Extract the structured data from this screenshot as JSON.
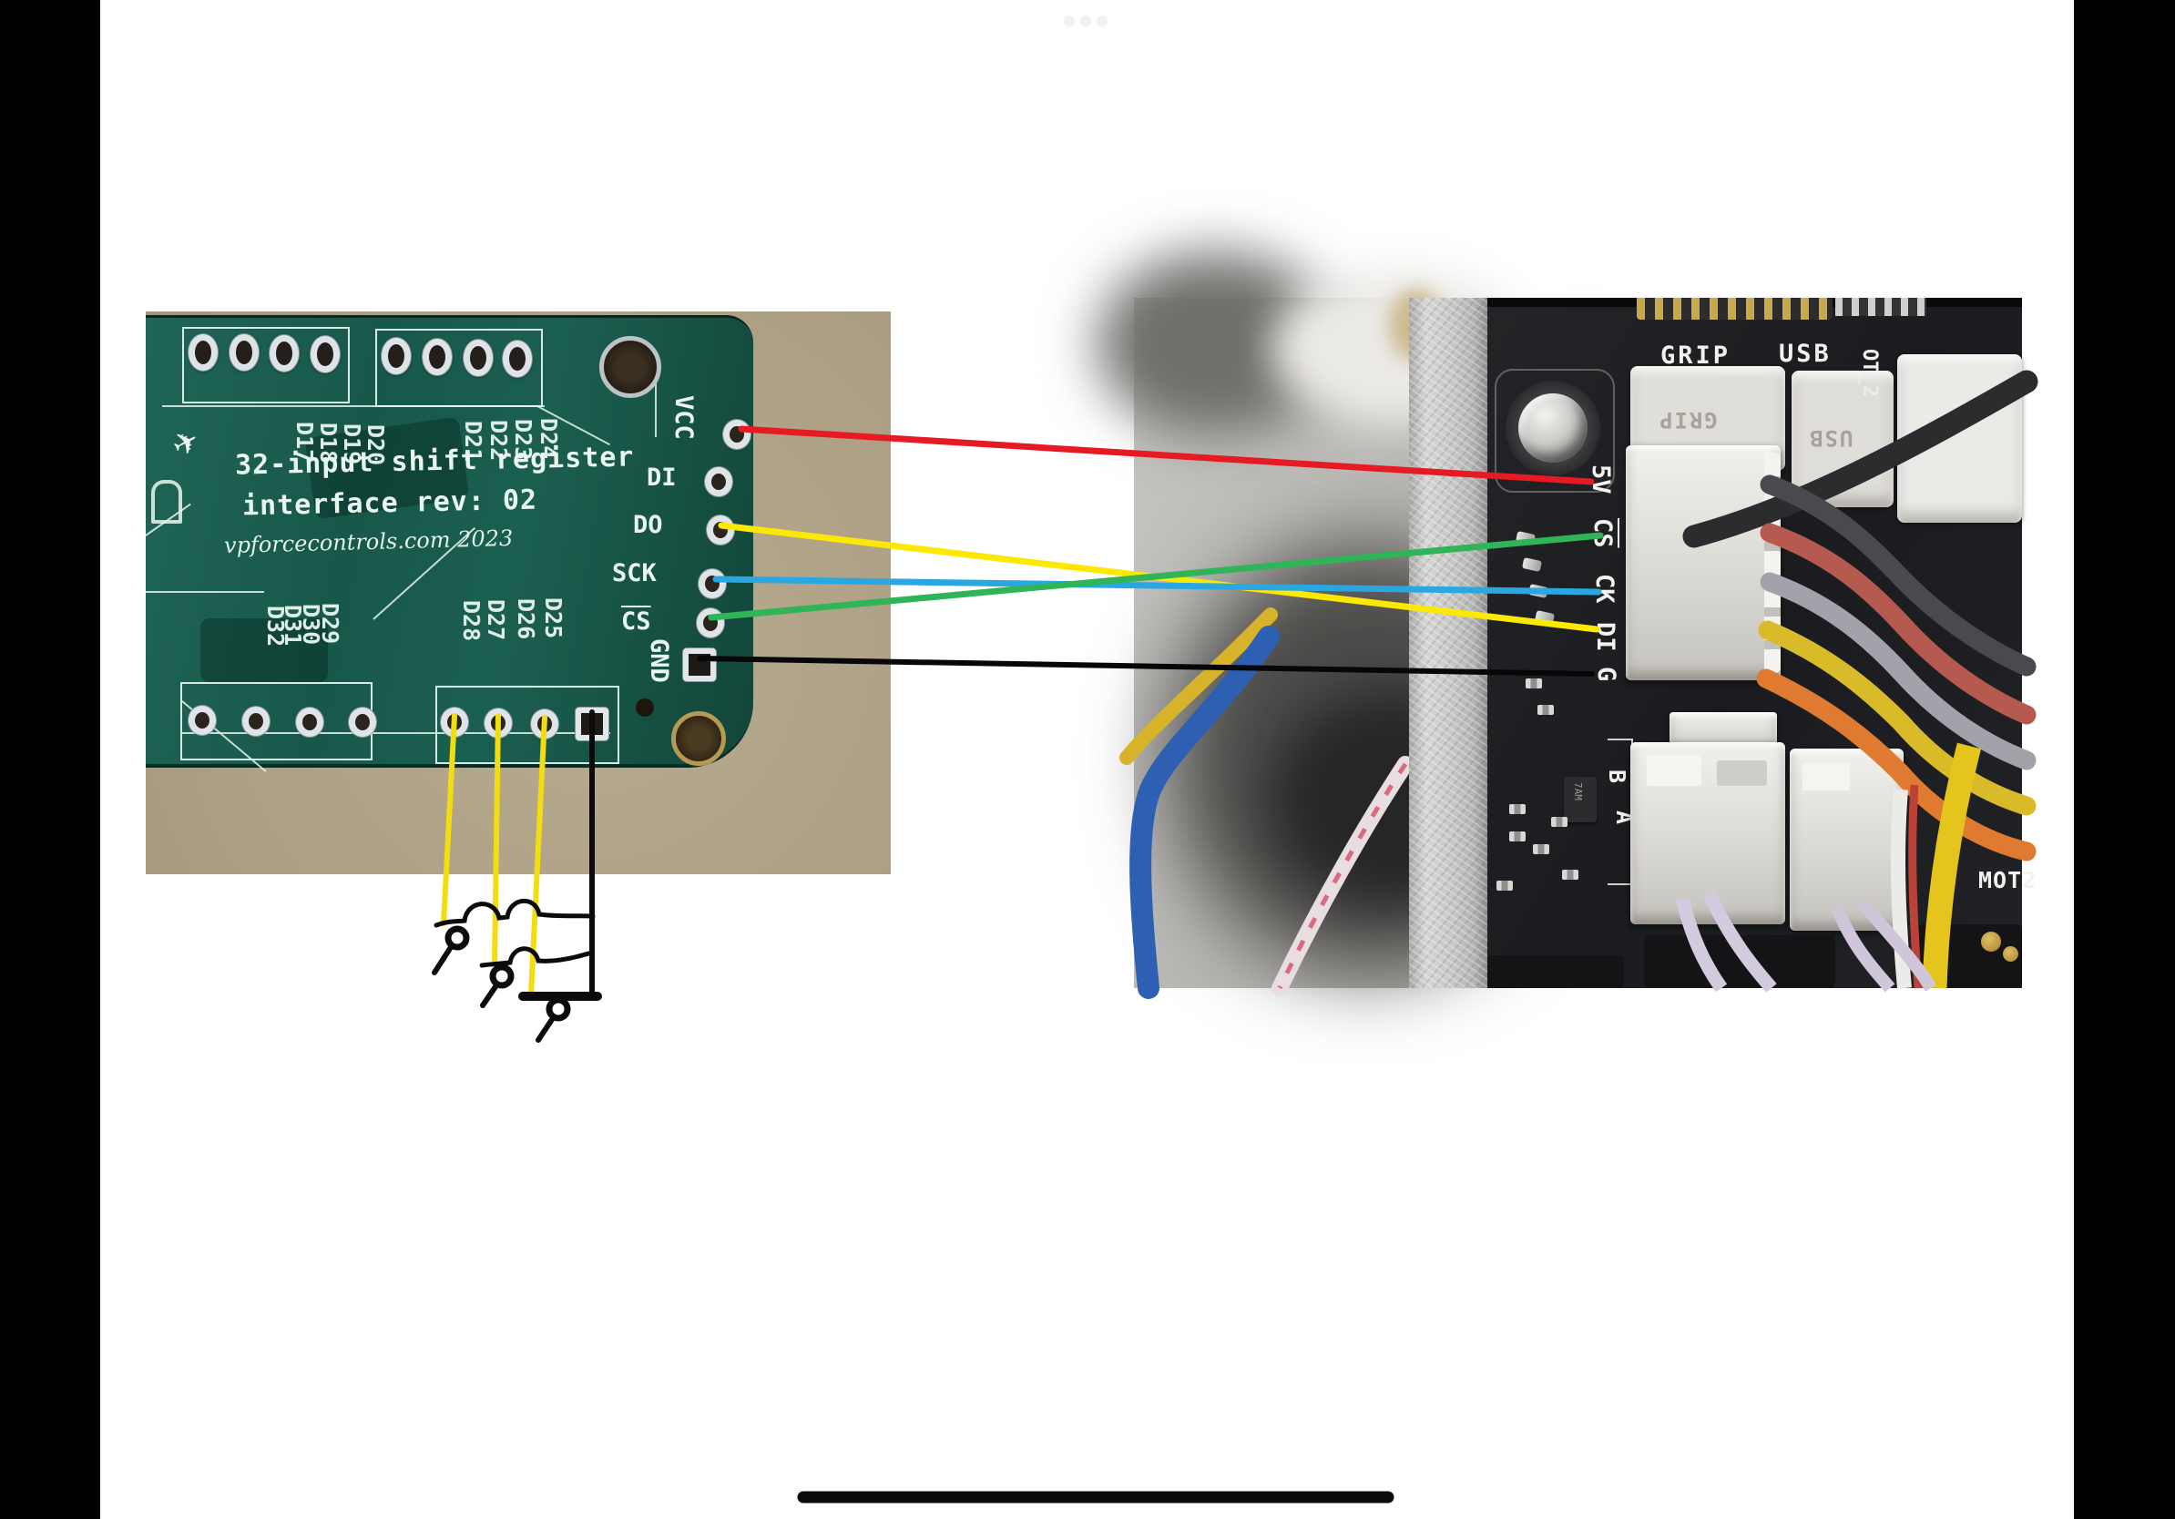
{
  "left_board": {
    "title_line1": "32-input shift register",
    "title_line2": "interface rev: 02",
    "credit": "vpforcecontrols.com 2023",
    "top_labels": [
      "D17",
      "D18",
      "D19",
      "D20",
      "D21",
      "D22",
      "D23",
      "D24"
    ],
    "bottom_labels": [
      "D32",
      "D31",
      "D30",
      "D29",
      "D28",
      "D27",
      "D26",
      "D25"
    ],
    "pins": [
      "VCC",
      "DI",
      "DO",
      "SCK",
      "CS",
      "GND"
    ]
  },
  "right_board": {
    "port_labels": {
      "grip": "GRIP",
      "usb": "USB",
      "pot2": "OT_2",
      "mot2": "MOT2"
    },
    "pins": [
      "5V",
      "CS",
      "CK",
      "DI",
      "G"
    ],
    "channel_labels": {
      "b": "B",
      "a": "A"
    },
    "ic_marking": "7AM",
    "embossed": {
      "grip": "GRIP",
      "usb": "USB"
    },
    "plug_wire_colors": [
      "#4a4a4e",
      "#b65a50",
      "#a2a2aa",
      "#d9bb2a",
      "#e07a30"
    ]
  },
  "connections": [
    {
      "from": "VCC",
      "to": "5V",
      "color": "#e51a23"
    },
    {
      "from": "DO",
      "to": "DI",
      "color": "#fce903"
    },
    {
      "from": "SCK",
      "to": "CK",
      "color": "#2aa7e0"
    },
    {
      "from": "CS",
      "to": "CS",
      "color": "#2fb457"
    },
    {
      "from": "GND",
      "to": "G",
      "color": "#070707"
    }
  ],
  "annotations": {
    "switch_wire_color": "#f2dd10",
    "ink_color": "#0b0b0b",
    "switch_count": 3
  },
  "icons": {
    "plane_logo": "✈"
  }
}
